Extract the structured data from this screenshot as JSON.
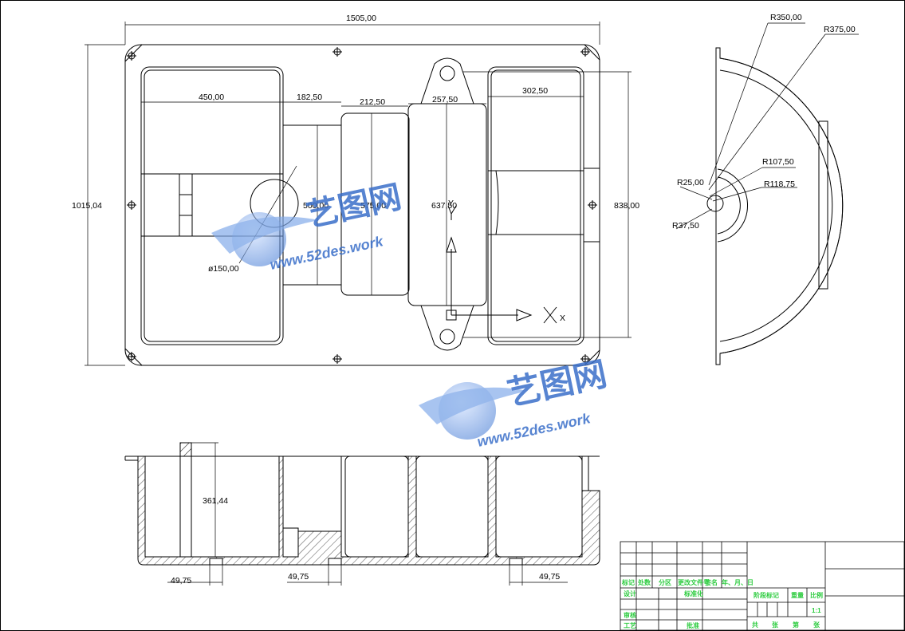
{
  "dimensions": {
    "overall_width": "1505,00",
    "overall_height": "1015,04",
    "w_450": "450,00",
    "w_182": "182,50",
    "w_212": "212,50",
    "w_257": "257,50",
    "w_302": "302,50",
    "h_500": "500,00",
    "h_575": "575,00",
    "h_637": "637,50",
    "h_838": "838,00",
    "dia_150": "ø150,00",
    "r_350": "R350,00",
    "r_375": "R375,00",
    "r_107": "R107,50",
    "r_118": "R118,75",
    "r_25": "R25,00",
    "r_37": "R37,50",
    "depth_361": "361,44",
    "rib_1": "49,75",
    "rib_2": "49,75",
    "rib_3": "49,75"
  },
  "axes": {
    "x_label": "X",
    "y_label": "Y"
  },
  "watermark": {
    "cn": "艺图网",
    "url": "www.52des.work"
  },
  "title_block": {
    "row_labels": [
      "标记",
      "处数",
      "分区",
      "更改文件号",
      "签名",
      "年、月、日"
    ],
    "design": "设计",
    "standardize": "标准化",
    "review": "审核",
    "process": "工艺",
    "approve": "批准",
    "stage_mark": "阶段标记",
    "weight": "重量",
    "scale": "比例",
    "scale_value": "1:1",
    "sheets_total": "共",
    "sheets_word1": "张",
    "sheet_no": "第",
    "sheets_word2": "张"
  },
  "colors": {
    "line": "#000000",
    "title_text": "#2ecc40",
    "watermark": "#3a6fc9"
  }
}
